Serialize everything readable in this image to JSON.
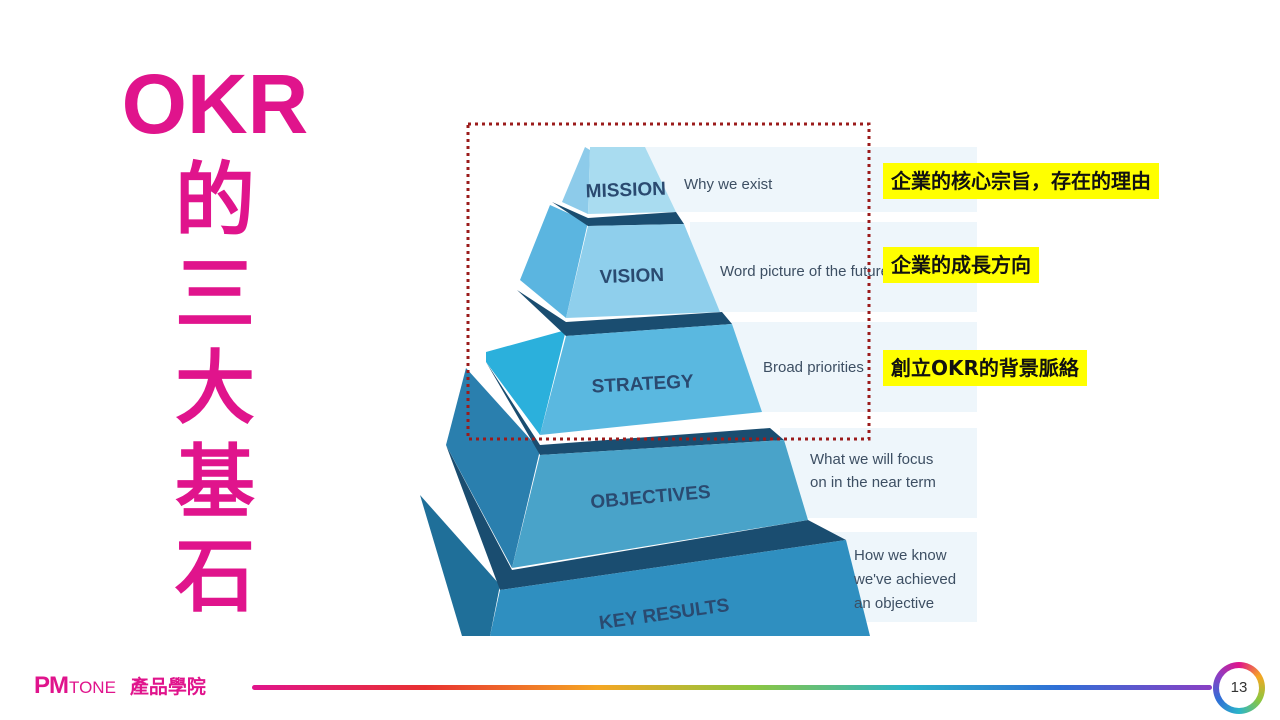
{
  "title": {
    "latin": "OKR",
    "chars": [
      "的",
      "三",
      "大",
      "基",
      "石"
    ]
  },
  "pyramid": {
    "levels": [
      {
        "label": "MISSION",
        "desc": [
          "Why we exist"
        ]
      },
      {
        "label": "VISION",
        "desc": [
          "Word picture of the future"
        ]
      },
      {
        "label": "STRATEGY",
        "desc": [
          "Broad priorities"
        ]
      },
      {
        "label": "OBJECTIVES",
        "desc": [
          "What we will focus",
          "on in the near term"
        ]
      },
      {
        "label": "KEY RESULTS",
        "desc": [
          "How we know",
          "we've achieved",
          "an objective"
        ]
      }
    ],
    "colors": {
      "mission": "#a9dcf0",
      "vision": "#8fcfec",
      "strategy": "#5ab8e0",
      "objectives": "#49a3c9",
      "key_results": "#2f8fc0",
      "shadow": "#1a4d70",
      "desc_bg": "#eef6fb"
    }
  },
  "annotations": [
    "企業的核心宗旨，存在的理由",
    "企業的成長方向",
    "創立OKR的背景脈絡"
  ],
  "highlight_box_color": "#9b1b1b",
  "footer": {
    "logo_pm": "PM",
    "logo_tone": "TONE",
    "logo_cn": "產品學院",
    "page_number": "13"
  }
}
